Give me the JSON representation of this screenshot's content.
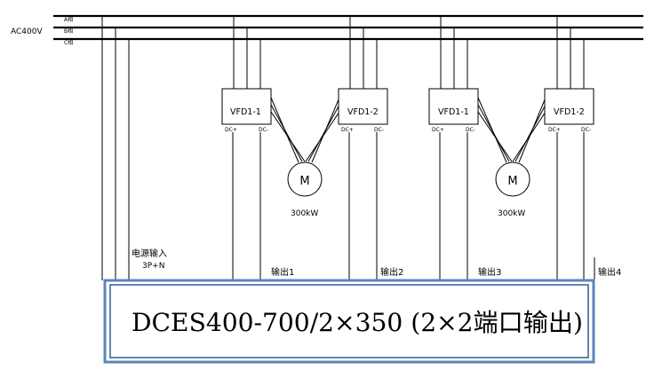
{
  "supply": {
    "voltage_label": "AC400V",
    "phases": [
      "A相",
      "B相",
      "C相"
    ]
  },
  "vfds": [
    {
      "label": "VFD1-1",
      "dc_pos": "DC+",
      "dc_neg": "DC-"
    },
    {
      "label": "VFD1-2",
      "dc_pos": "DC+",
      "dc_neg": "DC-"
    },
    {
      "label": "VFD1-1",
      "dc_pos": "DC+",
      "dc_neg": "DC-"
    },
    {
      "label": "VFD1-2",
      "dc_pos": "DC+",
      "dc_neg": "DC-"
    }
  ],
  "motors": [
    {
      "symbol": "M",
      "rating": "300kW"
    },
    {
      "symbol": "M",
      "rating": "300kW"
    }
  ],
  "power_input": {
    "label": "电源输入",
    "sub": "3P+N"
  },
  "outputs": [
    "输出1",
    "输出2",
    "输出3",
    "输出4"
  ],
  "device": {
    "title": "DCES400-700/2×350 (2×2端口输出)"
  },
  "colors": {
    "frame_outer": "#5b86b8",
    "frame_inner": "#2f5f96",
    "line": "#000000"
  }
}
